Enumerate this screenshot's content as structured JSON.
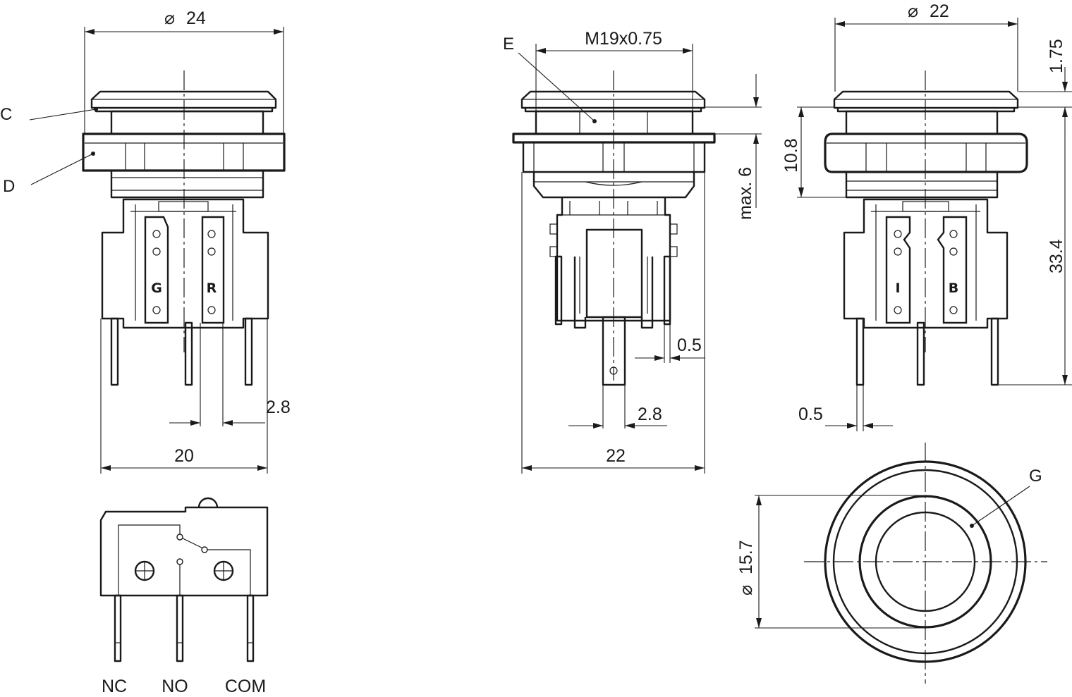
{
  "callouts": {
    "c": "C",
    "d": "D",
    "e": "E",
    "g": "G"
  },
  "dimensions": {
    "dia24": "24",
    "dia22": "22",
    "thread": "M19x0.75",
    "d175": "1.75",
    "d108": "10.8",
    "dmax6": "max. 6",
    "d334": "33.4",
    "d05_front": "0.5",
    "d05_right": "0.5",
    "d28_left": "2.8",
    "d28_front": "2.8",
    "d20": "20",
    "d22_bottom": "22",
    "dia157": "15.7"
  },
  "terminals": {
    "left_a": "G",
    "left_b": "R",
    "right_a": "I",
    "right_b": "B"
  },
  "pins": {
    "nc": "NC",
    "no": "NO",
    "com": "COM"
  },
  "symbols": {
    "diameter": "⌀"
  }
}
